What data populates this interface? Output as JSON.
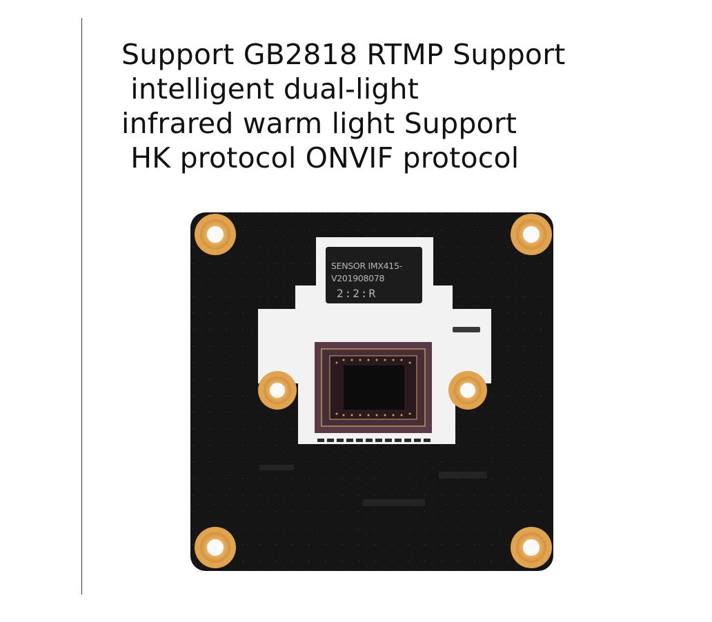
{
  "headline": {
    "line1": "Support GB2818 RTMP Support",
    "line2": " intelligent dual-light",
    "line3": "infrared warm light Support",
    "line4": " HK protocol ONVIF protocol"
  },
  "board": {
    "silkscreen_line1": "SENSOR IMX415-",
    "silkscreen_line2": "V201908078",
    "silkscreen_line3": "2:2:R",
    "colors": {
      "pcb": "#151515",
      "pad": "#e0a350",
      "silk_area": "#f2f2f2",
      "sensor_frame": "#5a3a44",
      "sensor_die": "#0c0c0c"
    }
  }
}
